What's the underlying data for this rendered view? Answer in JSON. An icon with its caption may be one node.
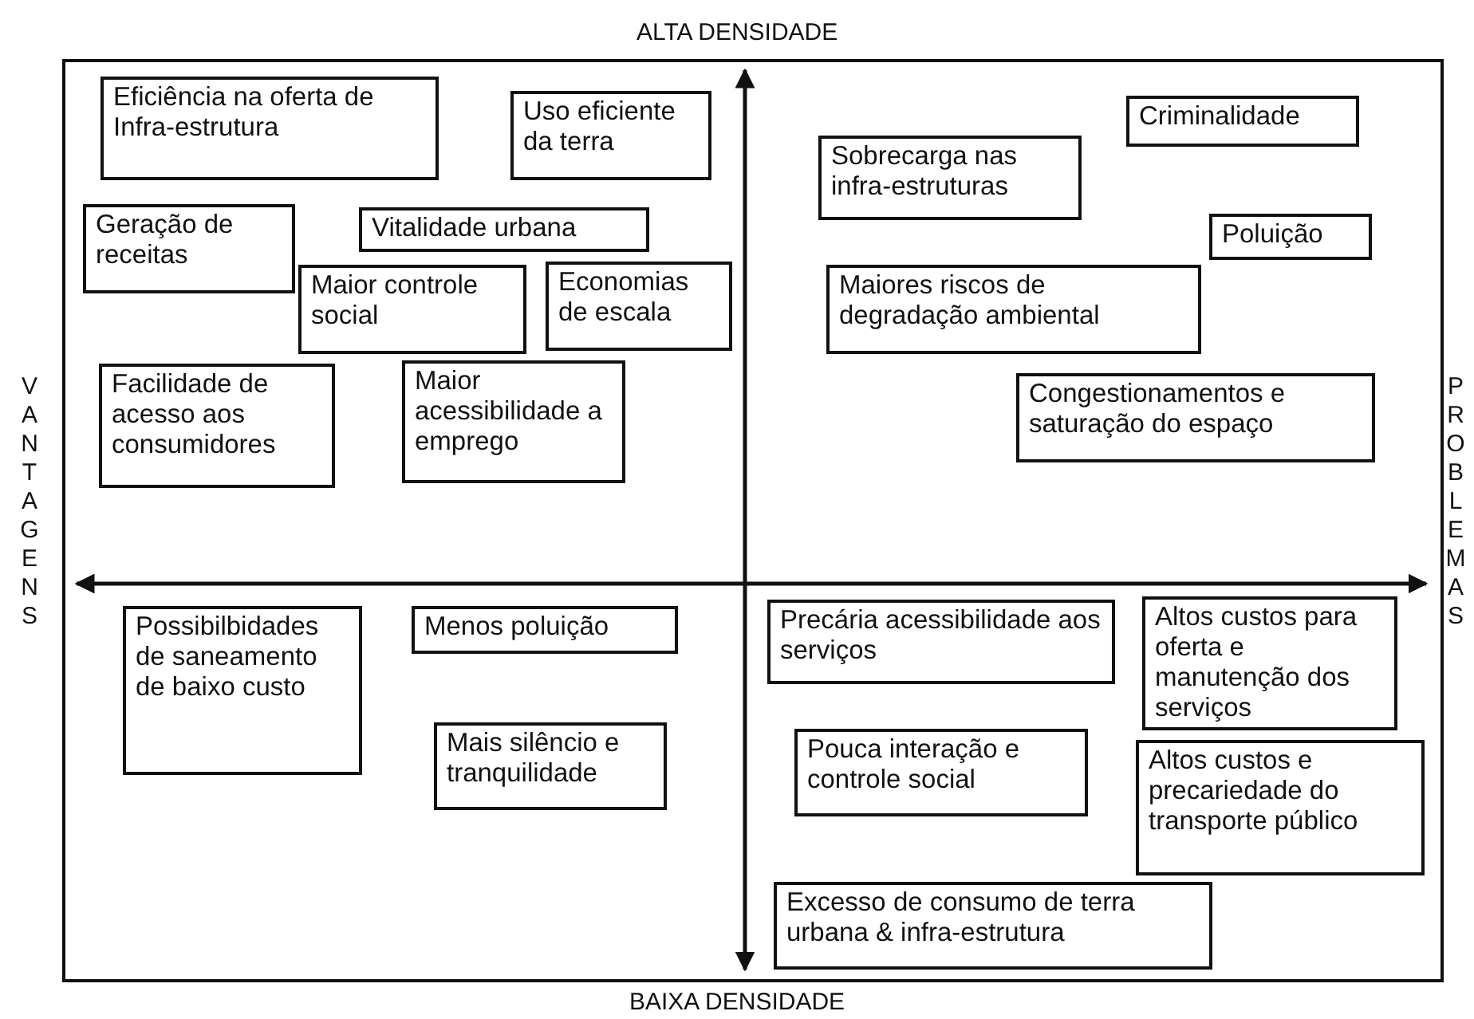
{
  "diagram": {
    "nodes": [
      {
        "text": [
          "Eficiência na oferta de Infra-estrutura"
        ]
      },
      {
        "text": [
          "Uso eficiente da terra"
        ]
      },
      {
        "text": [
          "Geração de receitas"
        ]
      },
      {
        "text": [
          "Vitalidade urbana"
        ]
      },
      {
        "text": [
          "Maior controle social"
        ]
      },
      {
        "text": [
          "Economias de escala"
        ]
      },
      {
        "text": [
          "Facilidade de acesso aos consumidores"
        ]
      },
      {
        "text": [
          "Maior acessibilidade a emprego"
        ]
      },
      {
        "text": [
          "Criminalidade"
        ]
      },
      {
        "text": [
          "Sobrecarga nas infra-estruturas"
        ]
      },
      {
        "text": [
          "Poluição"
        ]
      },
      {
        "text": [
          "Maiores riscos de degradação ambiental"
        ]
      },
      {
        "text": [
          "Congestionamentos e saturação do espaço"
        ]
      },
      {
        "text": [
          "Possibilbidades de saneamento de baixo custo"
        ]
      },
      {
        "text": [
          "Menos poluição"
        ]
      },
      {
        "text": [
          "Mais silêncio e tranquilidade"
        ]
      },
      {
        "text": [
          "Precária acessibilidade aos serviços"
        ]
      },
      {
        "text": [
          "Altos custos para oferta e manutenção dos serviços"
        ]
      },
      {
        "text": [
          "Pouca interação e controle social"
        ]
      },
      {
        "text": [
          "Altos custos e precariedade do transporte público"
        ]
      },
      {
        "text": [
          "Excesso de consumo de terra urbana & infra-estrutura"
        ]
      }
    ],
    "labels": [
      "ALTA DENSIDADE",
      "VANTAGENS",
      "PROBLEMAS",
      "BAIXA DENSIDADE"
    ]
  }
}
